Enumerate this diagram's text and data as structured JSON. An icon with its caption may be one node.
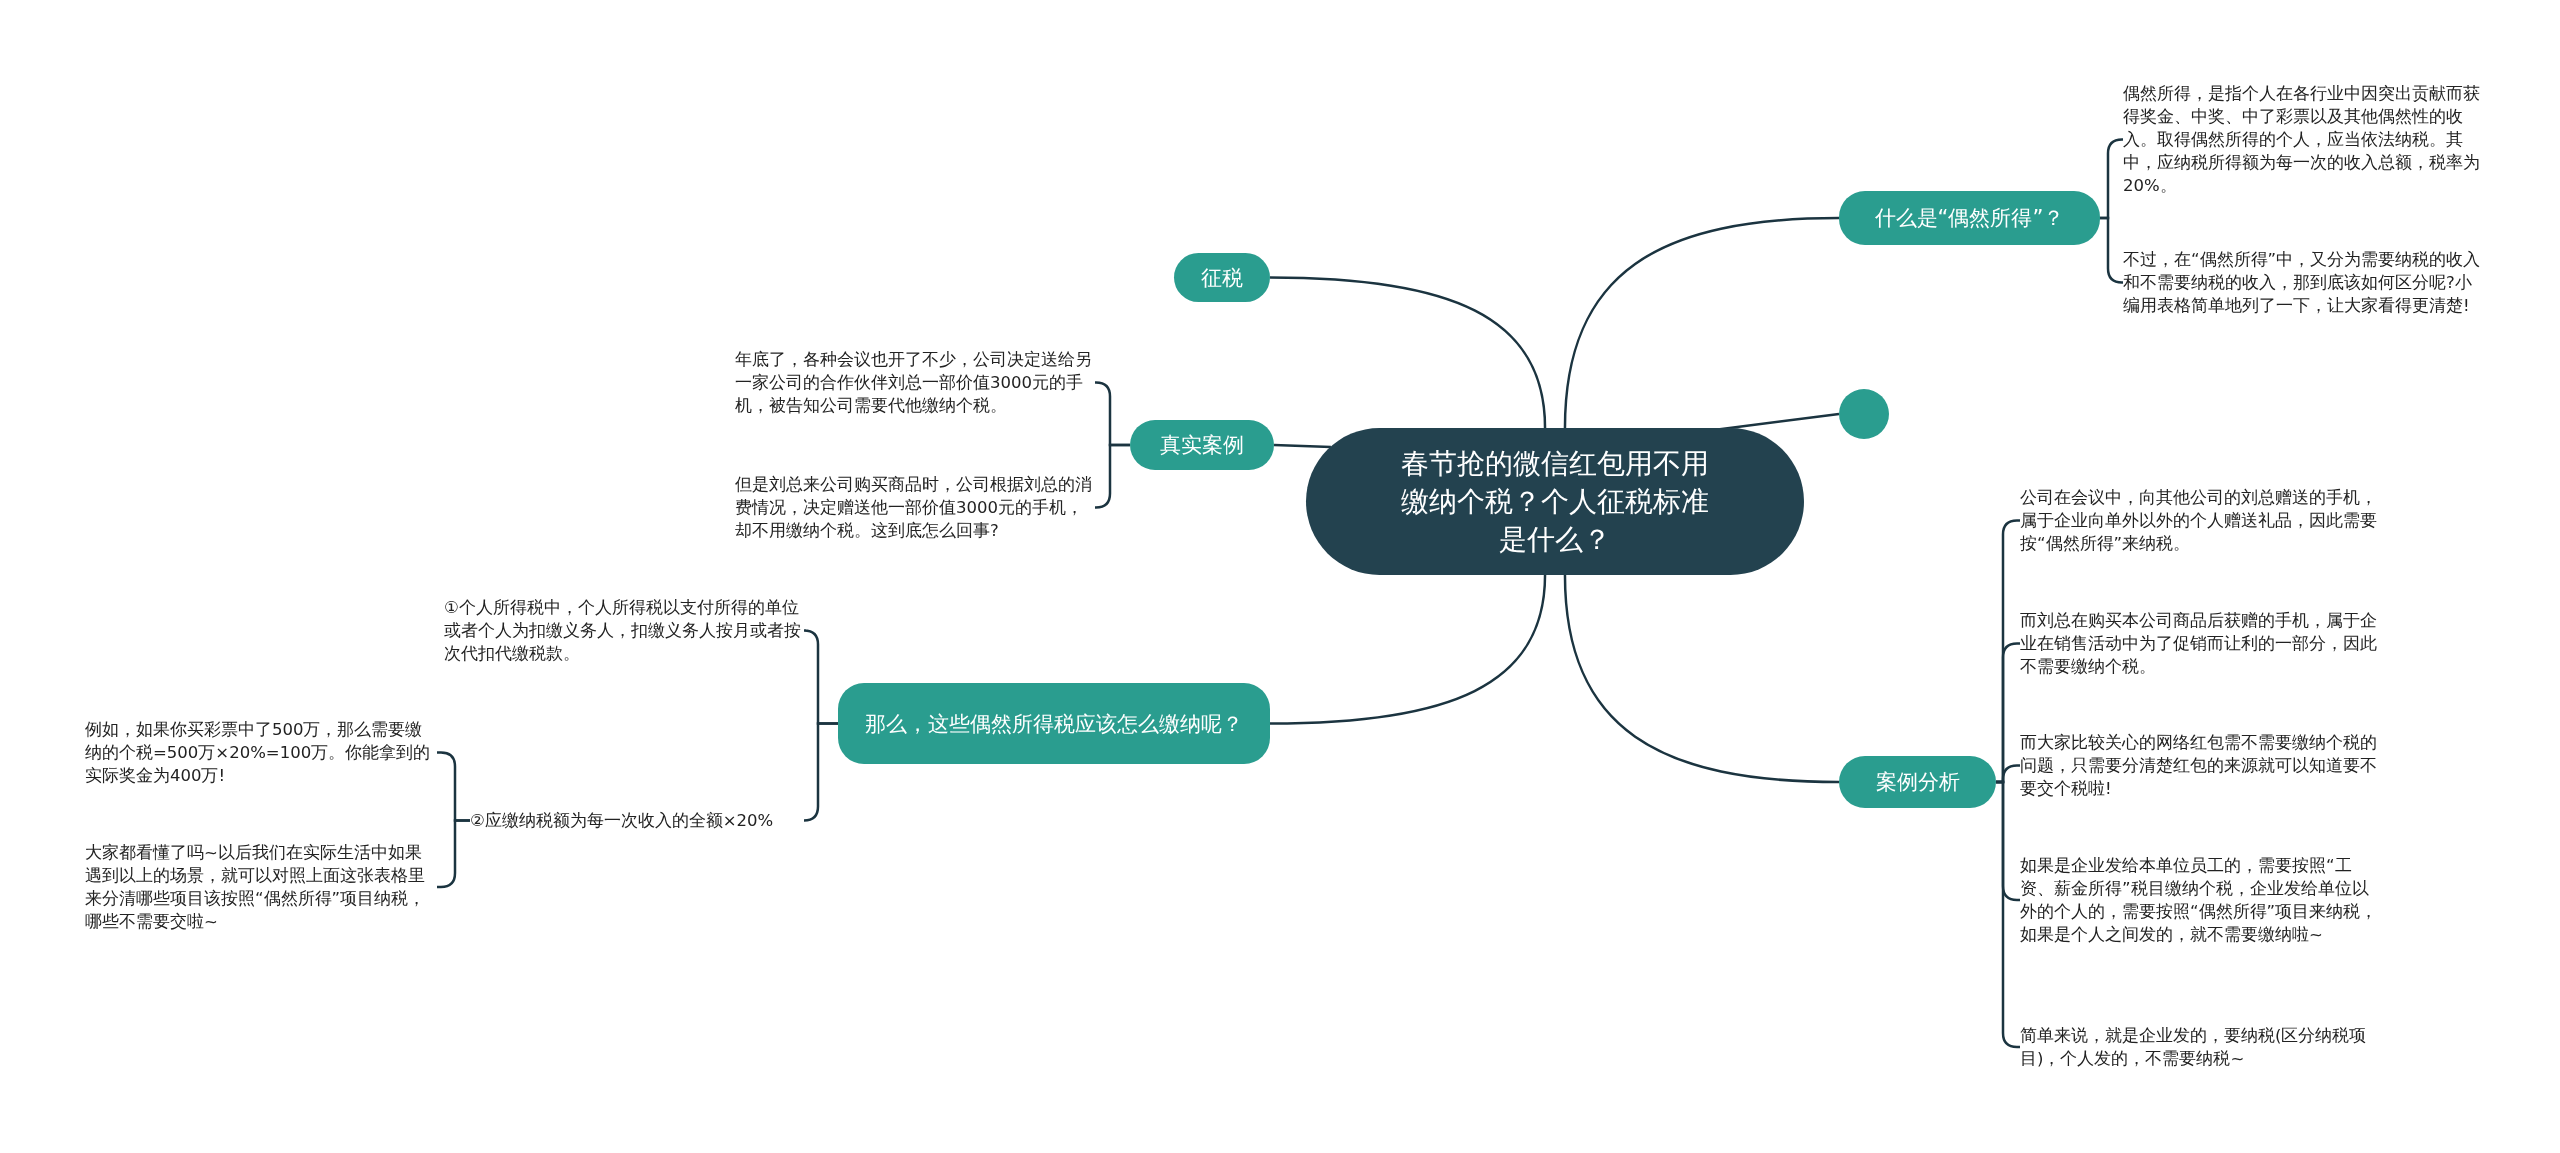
{
  "diagram": {
    "nodes": [
      {
        "text": [
          "春节抢的微信红包用不用缴纳个税？个人征税标准是什么？"
        ]
      },
      {
        "text": [
          "征税"
        ]
      },
      {
        "text": [
          "真实案例"
        ]
      },
      {
        "text": [
          "年底了，各种会议也开了不少，公司决定送给另一家公司的合作伙伴刘总一部价值3000元的手机，被告知公司需要代他缴纳个税。"
        ]
      },
      {
        "text": [
          "但是刘总来公司购买商品时，公司根据刘总的消费情况，决定赠送他一部价值3000元的手机，却不用缴纳个税。这到底怎么回事?"
        ]
      },
      {
        "text": [
          "那么，这些偶然所得税应该怎么缴纳呢？"
        ]
      },
      {
        "text": [
          "①个人所得税中，个人所得税以支付所得的单位或者个人为扣缴义务人，扣缴义务人按月或者按次代扣代缴税款。"
        ]
      },
      {
        "text": [
          "②应缴纳税额为每一次收入的全额×20%"
        ]
      },
      {
        "text": [
          "例如，如果你买彩票中了500万，那么需要缴纳的个税=500万×20%=100万。你能拿到的实际奖金为400万!"
        ]
      },
      {
        "text": [
          "大家都看懂了吗~以后我们在实际生活中如果遇到以上的场景，就可以对照上面这张表格里来分清哪些项目该按照“偶然所得”项目纳税，哪些不需要交啦~"
        ]
      },
      {
        "text": [
          "什么是“偶然所得”？"
        ]
      },
      {
        "text": [
          "偶然所得，是指个人在各行业中因突出贡献而获得奖金、中奖、中了彩票以及其他偶然性的收入。取得偶然所得的个人，应当依法纳税。其中，应纳税所得额为每一次的收入总额，税率为20%。"
        ]
      },
      {
        "text": [
          "不过，在“偶然所得”中，又分为需要纳税的收入和不需要纳税的收入，那到底该如何区分呢?小编用表格简单地列了一下，让大家看得更清楚!"
        ]
      },
      {
        "text": [],
        "shape": "circle"
      },
      {
        "text": [
          "案例分析"
        ]
      },
      {
        "text": [
          "公司在会议中，向其他公司的刘总赠送的手机，属于企业向单外以外的个人赠送礼品，因此需要按“偶然所得”来纳税。"
        ]
      },
      {
        "text": [
          "而刘总在购买本公司商品后获赠的手机，属于企业在销售活动中为了促销而让利的一部分，因此不需要缴纳个税。"
        ]
      },
      {
        "text": [
          "而大家比较关心的网络红包需不需要缴纳个税的问题，只需要分清楚红包的来源就可以知道要不要交个税啦!"
        ]
      },
      {
        "text": [
          "如果是企业发给本单位员工的，需要按照“工资、薪金所得”税目缴纳个税，企业发给单位以外的个人的，需要按照“偶然所得”项目来纳税，如果是个人之间发的，就不需要缴纳啦~"
        ]
      },
      {
        "text": [
          "简单来说，就是企业发的，要纳税(区分纳税项目)，个人发的，不需要纳税~"
        ]
      }
    ],
    "edges": [
      {
        "from": 0,
        "to": 1,
        "arrow": "none"
      },
      {
        "from": 0,
        "to": 2,
        "arrow": "none"
      },
      {
        "from": 0,
        "to": 5,
        "arrow": "none"
      },
      {
        "from": 0,
        "to": 10,
        "arrow": "none"
      },
      {
        "from": 0,
        "to": 13,
        "arrow": "none"
      },
      {
        "from": 0,
        "to": 14,
        "arrow": "none"
      },
      {
        "from": 2,
        "to": 3,
        "arrow": "none"
      },
      {
        "from": 2,
        "to": 4,
        "arrow": "none"
      },
      {
        "from": 5,
        "to": 6,
        "arrow": "none"
      },
      {
        "from": 5,
        "to": 7,
        "arrow": "none"
      },
      {
        "from": 7,
        "to": 8,
        "arrow": "none"
      },
      {
        "from": 7,
        "to": 9,
        "arrow": "none"
      },
      {
        "from": 10,
        "to": 11,
        "arrow": "none"
      },
      {
        "from": 10,
        "to": 12,
        "arrow": "none"
      },
      {
        "from": 14,
        "to": 15,
        "arrow": "none"
      },
      {
        "from": 14,
        "to": 16,
        "arrow": "none"
      },
      {
        "from": 14,
        "to": 17,
        "arrow": "none"
      },
      {
        "from": 14,
        "to": 18,
        "arrow": "none"
      },
      {
        "from": 14,
        "to": 19,
        "arrow": "none"
      }
    ]
  }
}
